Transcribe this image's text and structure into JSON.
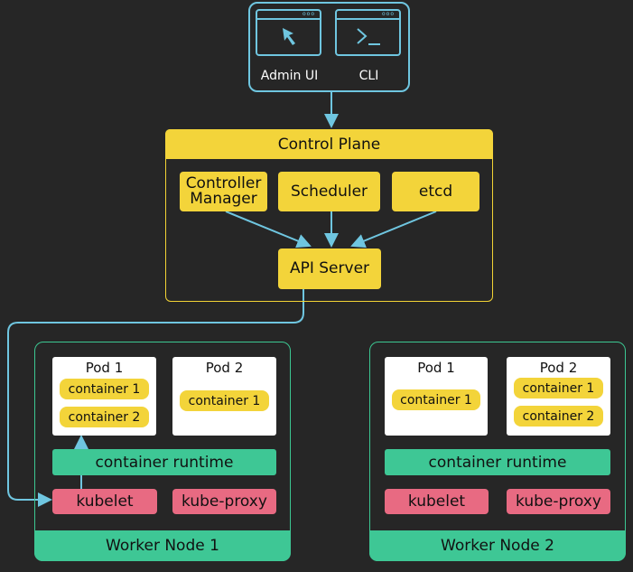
{
  "clients": {
    "admin_ui": "Admin UI",
    "cli": "CLI"
  },
  "control_plane": {
    "title": "Control Plane",
    "controller_manager": "Controller Manager",
    "scheduler": "Scheduler",
    "etcd": "etcd",
    "api_server": "API Server"
  },
  "nodes": [
    {
      "footer": "Worker Node 1",
      "runtime": "container runtime",
      "kubelet": "kubelet",
      "kube_proxy": "kube-proxy",
      "pods": [
        {
          "title": "Pod 1",
          "containers": [
            "container 1",
            "container 2"
          ]
        },
        {
          "title": "Pod 2",
          "containers": [
            "container 1"
          ]
        }
      ]
    },
    {
      "footer": "Worker Node 2",
      "runtime": "container runtime",
      "kubelet": "kubelet",
      "kube_proxy": "kube-proxy",
      "pods": [
        {
          "title": "Pod 1",
          "containers": [
            "container 1"
          ]
        },
        {
          "title": "Pod 2",
          "containers": [
            "container 1",
            "container 2"
          ]
        }
      ]
    }
  ],
  "colors": {
    "background": "#262626",
    "client_outline": "#6fc6e0",
    "control_plane": "#f3d43a",
    "worker_node": "#3ec795",
    "kube_component": "#e86a82",
    "pod": "#ffffff"
  }
}
